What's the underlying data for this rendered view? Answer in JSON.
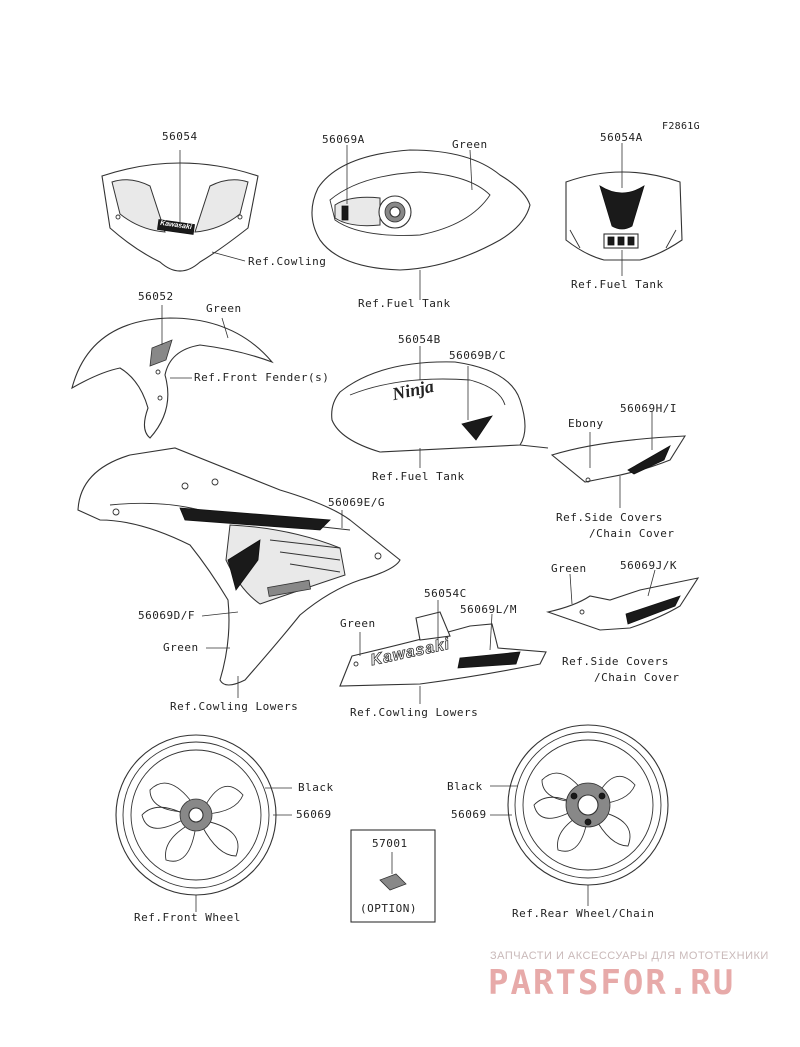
{
  "figure_code": "F2861G",
  "labels": {
    "p56054": "56054",
    "p56069A": "56069A",
    "green_tank": "Green",
    "p56054A": "56054A",
    "ref_cowling": "Ref.Cowling",
    "ref_fuel_tank_1": "Ref.Fuel Tank",
    "ref_fuel_tank_2": "Ref.Fuel Tank",
    "p56052": "56052",
    "green_fender": "Green",
    "ref_front_fender": "Ref.Front Fender(s)",
    "p56054B": "56054B",
    "p56069BC": "56069B/C",
    "ref_fuel_tank_3": "Ref.Fuel Tank",
    "ebony": "Ebony",
    "p56069HI": "56069H/I",
    "ref_side_covers_1a": "Ref.Side Covers",
    "ref_side_covers_1b": "/Chain Cover",
    "p56069EG": "56069E/G",
    "p56069DF": "56069D/F",
    "green_cowling": "Green",
    "ref_cowling_lowers_1": "Ref.Cowling Lowers",
    "p56054C": "56054C",
    "p56069LM": "56069L/M",
    "green_lowers": "Green",
    "ref_cowling_lowers_2": "Ref.Cowling Lowers",
    "green_side": "Green",
    "p56069JK": "56069J/K",
    "ref_side_covers_2a": "Ref.Side Covers",
    "ref_side_covers_2b": "/Chain Cover",
    "black_front": "Black",
    "p56069_front": "56069",
    "ref_front_wheel": "Ref.Front Wheel",
    "p57001": "57001",
    "option": "(OPTION)",
    "black_rear": "Black",
    "p56069_rear": "56069",
    "ref_rear_wheel": "Ref.Rear Wheel/Chain"
  },
  "decals": {
    "kawasaki_small": "Kawasaki",
    "ninja": "Ninja",
    "kawasaki_lower": "Kawasaki"
  },
  "watermark": {
    "subtitle": "ЗАПЧАСТИ И АКСЕССУАРЫ ДЛЯ МОТОТЕХНИКИ",
    "brand": "PARTSFOR.RU"
  },
  "colors": {
    "line": "#333333",
    "decal_dark": "#1a1a1a",
    "watermark_red": "#e7aaa9",
    "watermark_grey": "#c9b9b9"
  }
}
